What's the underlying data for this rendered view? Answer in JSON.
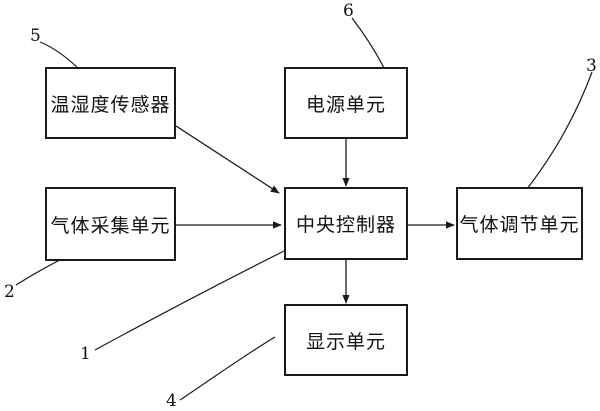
{
  "blocks": {
    "sensor": "温湿度传感器",
    "power": "电源单元",
    "collect": "气体采集单元",
    "controller": "中央控制器",
    "regulate": "气体调节单元",
    "display": "显示单元"
  },
  "labels": {
    "n1": "1",
    "n2": "2",
    "n3": "3",
    "n4": "4",
    "n5": "5",
    "n6": "6"
  }
}
